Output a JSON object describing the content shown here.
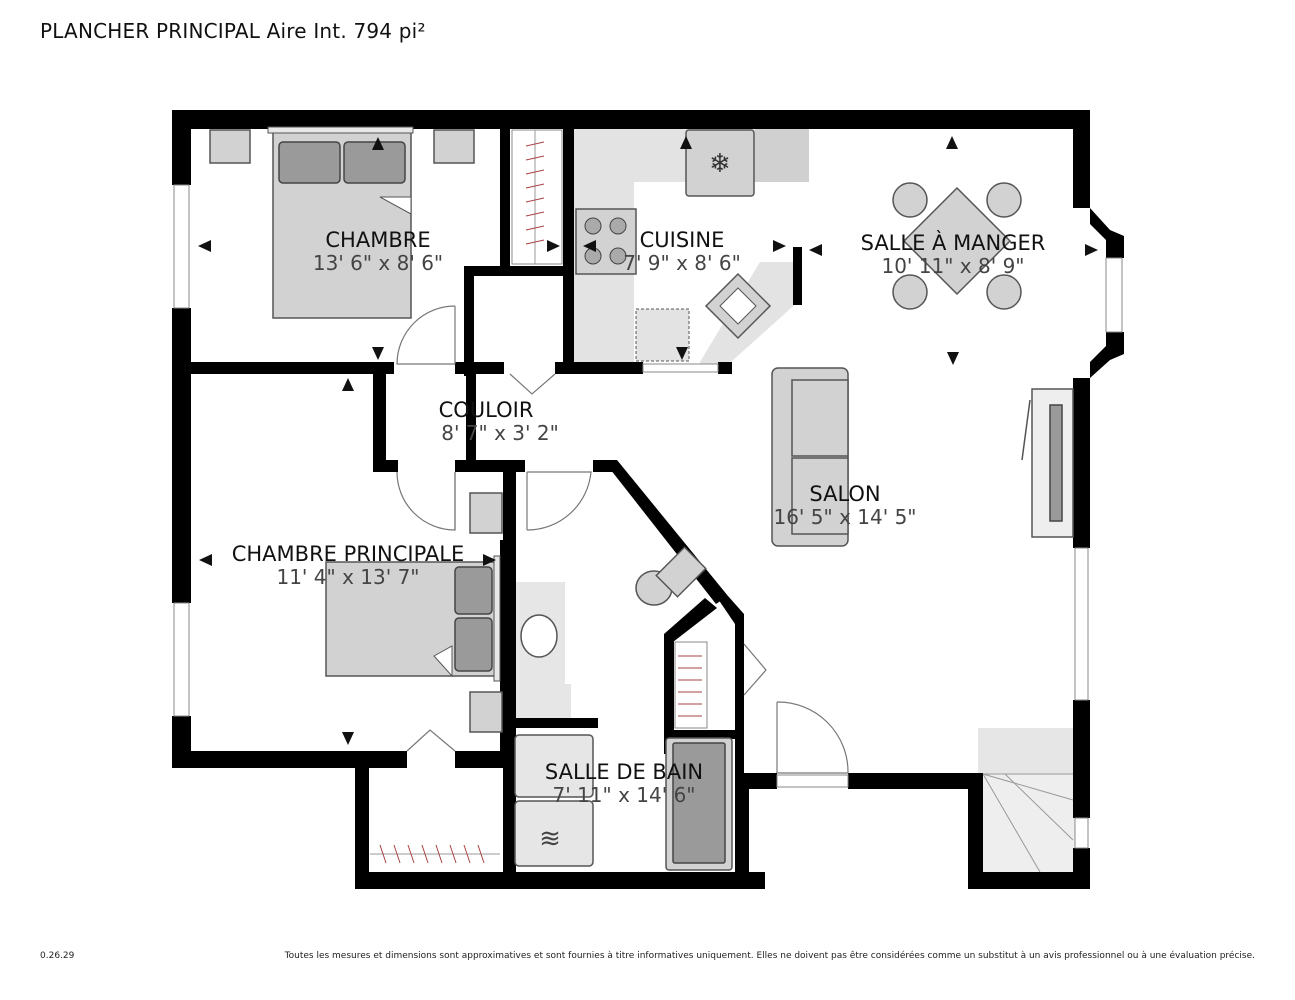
{
  "header": {
    "title": "PLANCHER PRINCIPAL Aire Int. 794 pi²"
  },
  "footer": {
    "version": "0.26.29",
    "disclaimer": "Toutes les mesures et dimensions sont approximatives et sont fournies à titre informatives uniquement. Elles ne doivent pas être considérées comme un substitut à un avis professionnel ou à une évaluation précise."
  },
  "rooms": {
    "chambre": {
      "name": "CHAMBRE",
      "dims": "13' 6\" x 8' 6\""
    },
    "cuisine": {
      "name": "CUISINE",
      "dims": "7' 9\" x 8' 6\""
    },
    "salle_a_manger": {
      "name": "SALLE À MANGER",
      "dims": "10' 11\" x 8' 9\""
    },
    "couloir": {
      "name": "COULOIR",
      "dims": "8' 7\" x 3' 2\""
    },
    "salon": {
      "name": "SALON",
      "dims": "16' 5\" x 14' 5\""
    },
    "chambre_principale": {
      "name": "CHAMBRE PRINCIPALE",
      "dims": "11' 4\" x 13' 7\""
    },
    "salle_de_bain": {
      "name": "SALLE DE BAIN",
      "dims": "7' 11\" x 14' 6\""
    }
  }
}
